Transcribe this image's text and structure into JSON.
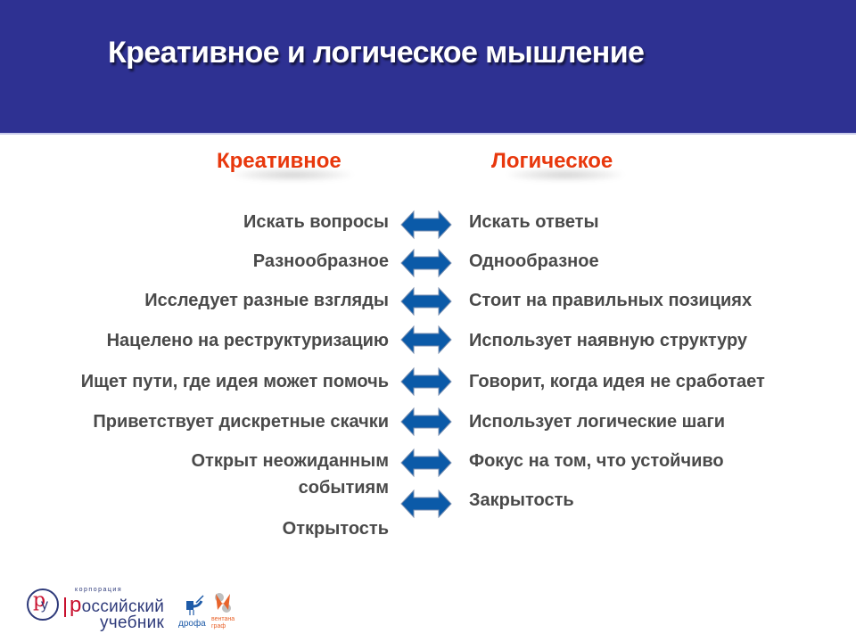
{
  "slide": {
    "title": "Креативное и логическое мышление"
  },
  "columns": {
    "creative": {
      "header": "Креативное"
    },
    "logical": {
      "header": "Логическое"
    }
  },
  "rows": [
    {
      "creative": "Искать вопросы",
      "logical": "Искать ответы"
    },
    {
      "creative": "Разнообразное",
      "logical": "Однообразное"
    },
    {
      "creative": "Исследует разные взгляды",
      "logical": "Стоит на правильных позициях"
    },
    {
      "creative": "Нацелено на реструктуризацию",
      "logical": "Использует наявную структуру"
    },
    {
      "creative": "Ищет пути, где идея может помочь",
      "logical": "Говорит, когда идея не сработает"
    },
    {
      "creative": "Приветствует дискретные скачки",
      "logical": "Использует логические шаги"
    },
    {
      "creative": "Открыт неожиданным",
      "creative_line2": "событиям",
      "logical": "Фокус на том, что устойчиво"
    },
    {
      "creative": "Открытость",
      "logical": "Закрытость"
    }
  ],
  "arrows": {
    "icon": "double-headed-arrow-icon",
    "count": 8,
    "color": "#0B5AA8"
  },
  "footer": {
    "logo": {
      "corp_label": "корпорация",
      "brand_line1_initial": "р",
      "brand_line1_rest": "оссийский",
      "brand_line2": "учебник",
      "monogram_r": "р",
      "monogram_y": "у",
      "sub_brand_1": "дрофа",
      "sub_brand_2_line1": "вентана",
      "sub_brand_2_line2": "граф"
    }
  },
  "colors": {
    "header_band": "#2E3192",
    "title_text": "#FFFFFF",
    "column_header": "#E8380D",
    "body_text": "#4A4A4A",
    "arrow_fill": "#0B5AA8"
  }
}
